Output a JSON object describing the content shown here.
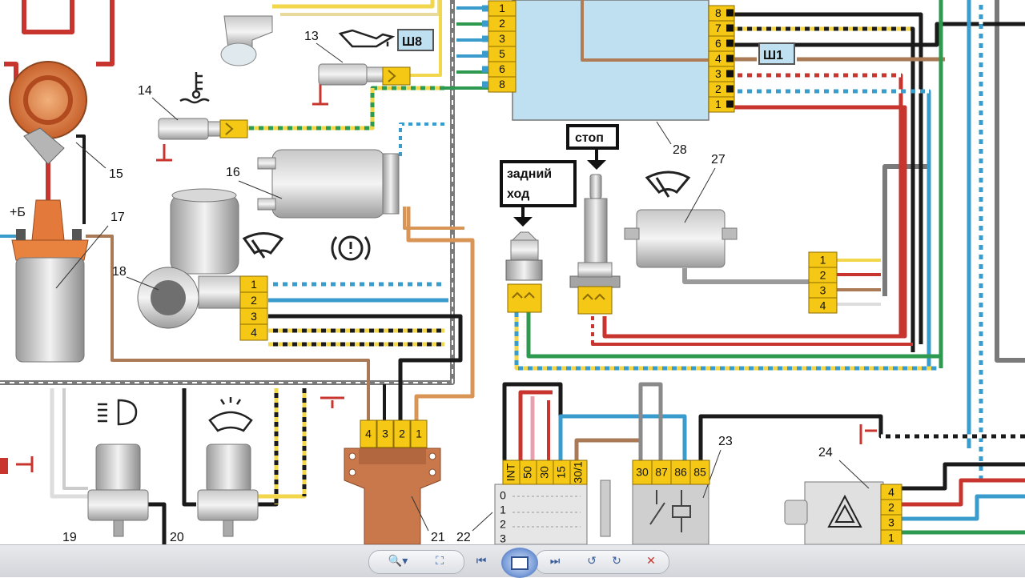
{
  "diagram": {
    "labels": {
      "n13": "13",
      "n14": "14",
      "n15": "15",
      "n16": "16",
      "n17": "17",
      "n18": "18",
      "n19": "19",
      "n20": "20",
      "n21": "21",
      "n22": "22",
      "n23": "23",
      "n24": "24",
      "n27": "27",
      "n28": "28",
      "plus_b": "+Б"
    },
    "tags": {
      "sh8": "Ш8",
      "sh1": "Ш1",
      "stop": "стоп",
      "reverse_line1": "задний",
      "reverse_line2": "ход"
    },
    "pins": {
      "upper_left_block": [
        "1",
        "2",
        "3",
        "5",
        "6",
        "8"
      ],
      "sh1_block": [
        "8",
        "7",
        "6",
        "4",
        "3",
        "2",
        "1"
      ],
      "wiper_motor": [
        "1",
        "2",
        "3",
        "4"
      ],
      "relay_27": [
        "1",
        "2",
        "3",
        "4"
      ],
      "connector_21": [
        "4",
        "3",
        "2",
        "1"
      ],
      "ignition_22": [
        "INT",
        "50",
        "30",
        "15",
        "30/1"
      ],
      "ignition_22_positions": [
        "0",
        "1",
        "2",
        "3"
      ],
      "relay_23": [
        "30",
        "87",
        "86",
        "85"
      ],
      "hazard_24": [
        "4",
        "2",
        "3",
        "1"
      ]
    },
    "colors": {
      "red": "#c8352f",
      "green": "#2e9a4f",
      "blue": "#3a9ccc",
      "yellow": "#f2d64b",
      "black": "#1a1a1a",
      "grey": "#8a8a8a",
      "orange": "#d99555",
      "brown": "#a97a55",
      "connector": "#f5c816",
      "ecu": "#bfe0f0"
    }
  },
  "viewer": {
    "icons": [
      "zoom-icon",
      "fit-window-icon",
      "previous-icon",
      "slideshow-icon",
      "next-icon",
      "rotate-left-icon",
      "rotate-right-icon",
      "delete-icon"
    ]
  }
}
